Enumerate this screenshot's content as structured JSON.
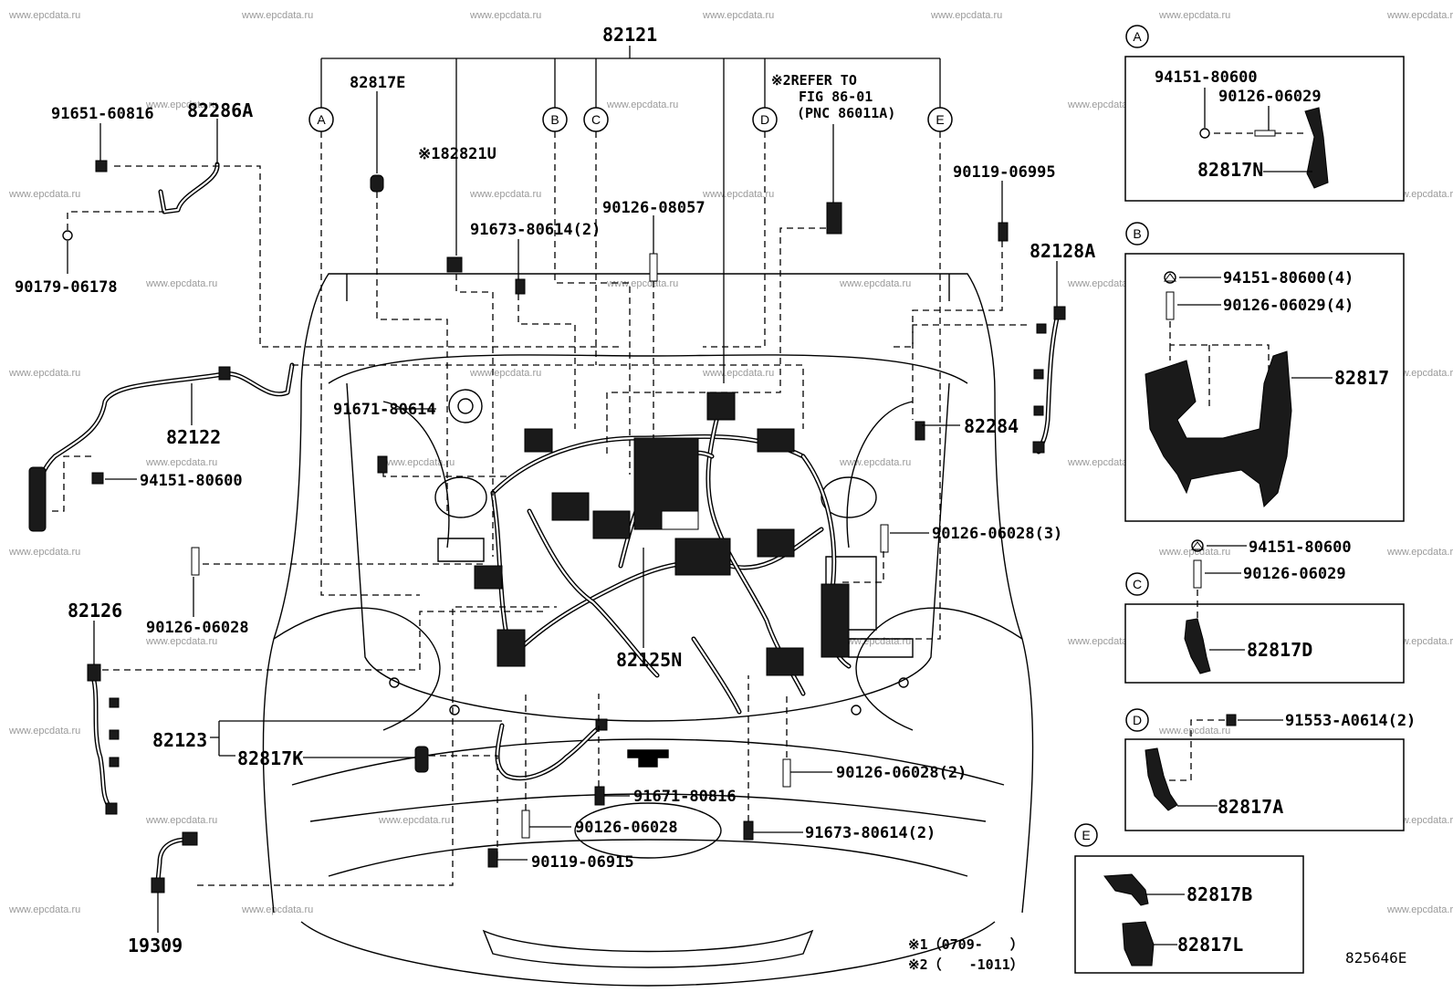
{
  "watermark": "www.epcdata.ru",
  "figure_code": "825646E",
  "notes": {
    "n1": "※1（0709-　　）",
    "n2": "※2（　　-1011）"
  },
  "refer": {
    "line1": "※2REFER TO",
    "line2": "FIG 86-01",
    "line3": "(PNC 86011A)"
  },
  "bubbles": [
    "A",
    "B",
    "C",
    "D",
    "E"
  ],
  "main_labels": {
    "p82121": "82121",
    "p82817E": "82817E",
    "p82821U": "※182821U",
    "p91651_60816": "91651-60816",
    "p82286A": "82286A",
    "p90179_06178": "90179-06178",
    "p90126_08057": "90126-08057",
    "p91673_80614_2a": "91673-80614(2)",
    "p90119_06995": "90119-06995",
    "p82128A": "82128A",
    "p91671_80614": "91671-80614",
    "p82122": "82122",
    "p94151_80600": "94151-80600",
    "p82284": "82284",
    "p90126_06028_3": "90126-06028(3)",
    "p90126_06028a": "90126-06028",
    "p82126": "82126",
    "p82125N": "82125N",
    "p82123": "82123",
    "p82817K": "82817K",
    "p90126_06028_2": "90126-06028(2)",
    "p91671_80816": "91671-80816",
    "p90126_06028b": "90126-06028",
    "p91673_80614_2b": "91673-80614(2)",
    "p90119_06915": "90119-06915",
    "p19309": "19309"
  },
  "detail_A": {
    "nut": "94151-80600",
    "stud": "90126-06029",
    "bracket": "82817N"
  },
  "detail_B": {
    "nut": "94151-80600(4)",
    "stud": "90126-06029(4)",
    "bracket": "82817"
  },
  "detail_C": {
    "nut": "94151-80600",
    "stud": "90126-06029",
    "bracket": "82817D"
  },
  "detail_D": {
    "clip": "91553-A0614(2)",
    "bracket": "82817A"
  },
  "detail_E": {
    "upper": "82817B",
    "lower": "82817L"
  }
}
